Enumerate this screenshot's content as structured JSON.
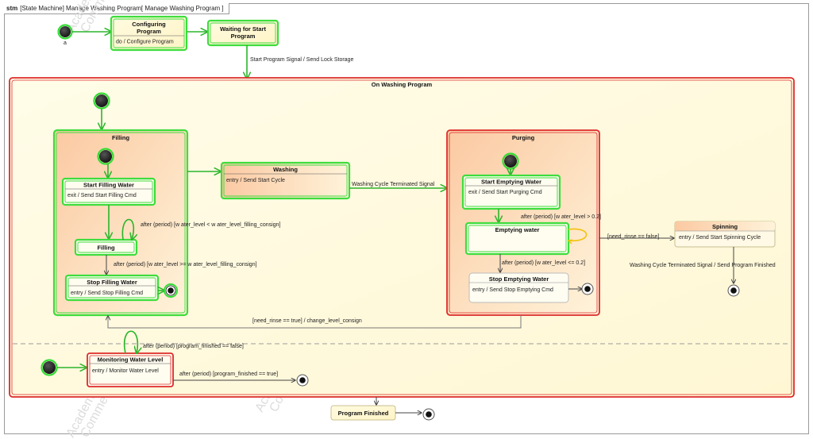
{
  "frame": {
    "kind": "stm",
    "title": "[State Machine] Manage Washing Program[ Manage Washing Program ]"
  },
  "watermark": {
    "line1": "Academic",
    "line2": "Commercial"
  },
  "initial_label": "a",
  "states": {
    "configuring": {
      "title1": "Configuring",
      "title2": "Program",
      "body": "do / Configure Program"
    },
    "waiting": {
      "title1": "Waiting for Start",
      "title2": "Program"
    },
    "on_washing": {
      "title": "On Washing Program"
    },
    "filling_composite": {
      "title": "Filling"
    },
    "start_filling": {
      "title": "Start Filling Water",
      "body": "exit / Send Start Filling Cmd"
    },
    "filling": {
      "title": "Filling"
    },
    "stop_filling": {
      "title": "Stop Filling Water",
      "body": "entry / Send Stop Filling Cmd"
    },
    "washing": {
      "title": "Washing",
      "body": "entry / Send Start Cycle"
    },
    "purging": {
      "title": "Purging"
    },
    "start_emptying": {
      "title": "Start Emptying Water",
      "body": "exit / Send Start Purging Cmd"
    },
    "emptying": {
      "title": "Emptying water"
    },
    "stop_emptying": {
      "title": "Stop Emptying Water",
      "body": "entry / Send Stop Emptying Cmd"
    },
    "spinning": {
      "title": "Spinning",
      "body": "entry / Send Start Spinning Cycle"
    },
    "monitoring": {
      "title": "Monitoring Water Level",
      "body": "entry / Monitor Water Level"
    },
    "program_finished": {
      "title": "Program Finished"
    }
  },
  "transitions": {
    "start_program": "Start Program Signal / Send Lock Storage",
    "filling_level_low": "after (period) [w ater_level < w ater_level_filling_consign]",
    "filling_level_reached": "after (period) [w ater_level >= w ater_level_filling_consign]",
    "washing_terminated": "Washing Cycle Terminated Signal",
    "emptying_above": "after (period) [w ater_level > 0.2]",
    "emptying_below": "after (period) [w ater_level <= 0.2]",
    "need_rinse_false": "[need_rinse == false]",
    "spinning_terminated": "Washing Cycle Terminated Signal / Send Program Finished",
    "need_rinse_true": "[need_rinse == true] / change_level_consign",
    "monitor_continue": "after (period) [program_finished == false]",
    "monitor_finished": "after (period) [program_finished == true]"
  }
}
